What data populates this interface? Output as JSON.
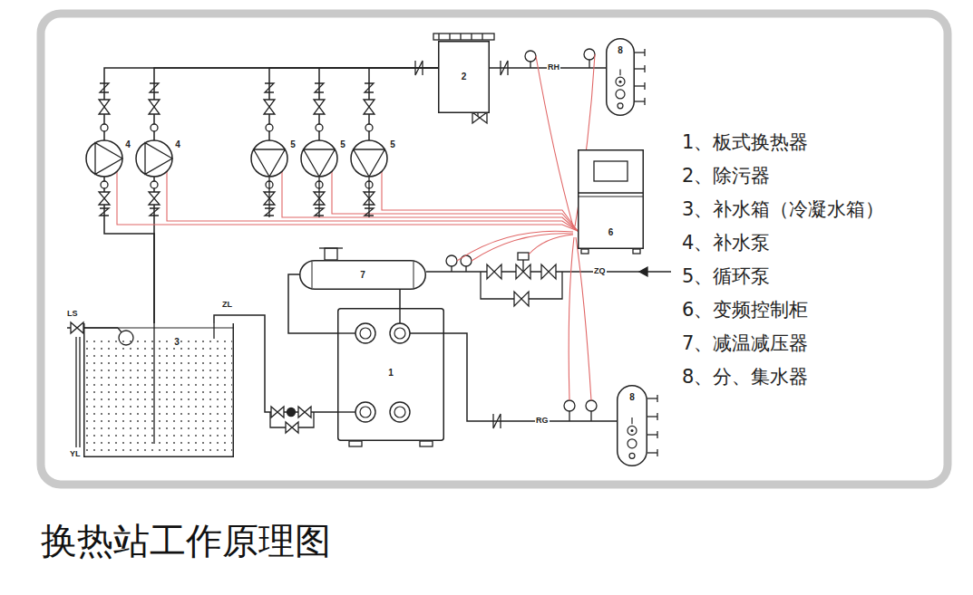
{
  "diagram": {
    "caption": "换热站工作原理图",
    "nodes": [
      {
        "text": [
          "2"
        ]
      },
      {
        "text": [
          "8"
        ]
      },
      {
        "text": [
          "4"
        ]
      },
      {
        "text": [
          "4"
        ]
      },
      {
        "text": [
          "5"
        ]
      },
      {
        "text": [
          "5"
        ]
      },
      {
        "text": [
          "5"
        ]
      },
      {
        "text": [
          "6"
        ]
      },
      {
        "text": [
          "7"
        ]
      },
      {
        "text": [
          "1"
        ]
      },
      {
        "text": [
          "3"
        ]
      },
      {
        "text": [
          "8"
        ]
      }
    ],
    "edges": [
      {
        "from": 1,
        "to": 0,
        "arrow": "none"
      },
      {
        "from": 0,
        "to": 2,
        "arrow": "none"
      },
      {
        "from": 0,
        "to": 3,
        "arrow": "none"
      },
      {
        "from": 0,
        "to": 4,
        "arrow": "none"
      },
      {
        "from": 0,
        "to": 5,
        "arrow": "none"
      },
      {
        "from": 0,
        "to": 6,
        "arrow": "none"
      },
      {
        "from": 10,
        "to": 3,
        "arrow": "none"
      },
      {
        "from": 10,
        "to": 2,
        "arrow": "none"
      },
      {
        "from": 8,
        "to": 9,
        "arrow": "none"
      },
      {
        "from": 8,
        "to": 9,
        "arrow": "none"
      },
      {
        "from": 9,
        "to": 11,
        "arrow": "none"
      },
      {
        "from": 10,
        "to": 9,
        "arrow": "none"
      },
      {
        "from": 7,
        "to": 2,
        "arrow": "none"
      },
      {
        "from": 7,
        "to": 3,
        "arrow": "none"
      },
      {
        "from": 7,
        "to": 4,
        "arrow": "none"
      },
      {
        "from": 7,
        "to": 5,
        "arrow": "none"
      },
      {
        "from": 7,
        "to": 6,
        "arrow": "none"
      }
    ],
    "labels": [
      "RH",
      "ZQ",
      "ZL",
      "LS",
      "YL",
      "RG",
      "1、板式换热器",
      "2、除污器",
      "3、补水箱（冷凝水箱）",
      "4、补水泵",
      "5、循环泵",
      "6、变频控制柜",
      "7、减温减压器",
      "8、分、集水器"
    ]
  }
}
